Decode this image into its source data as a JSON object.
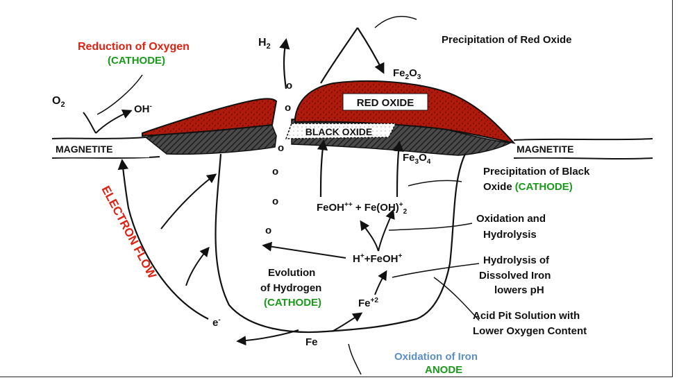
{
  "colors": {
    "red_label": "#e02010",
    "green_label": "#1a9a1a",
    "blue_label": "#5b8fc8",
    "red_oxide": "#b01a0c",
    "black_oxide": "#4a4a4a",
    "ink": "#111111"
  },
  "labels": {
    "reduction_oxygen": "Reduction of Oxygen",
    "cathode_1": "(CATHODE)",
    "h2": "H",
    "h2_sub": "2",
    "precip_red": "Precipitation of Red Oxide",
    "fe2o3_a": "Fe",
    "fe2o3_b": "2",
    "fe2o3_c": "O",
    "fe2o3_d": "3",
    "o2_a": "O",
    "o2_b": "2",
    "oh_a": "OH",
    "oh_b": "-",
    "red_oxide": "RED OXIDE",
    "black_oxide": "BLACK OXIDE",
    "magnetite_left": "MAGNETITE",
    "magnetite_right": "MAGNETITE",
    "fe3o4_a": "Fe",
    "fe3o4_b": "3",
    "fe3o4_c": "O",
    "fe3o4_d": "4",
    "precip_black_1": "Precipitation of Black",
    "precip_black_2": "Oxide",
    "cathode_2": "(CATHODE)",
    "electron_flow": "ELECTRON FLOW",
    "feoh_a": "FeOH",
    "feoh_b": "++",
    "feoh_c": " + Fe(OH)",
    "feoh_d": "+",
    "feoh_e": "2",
    "oxid_hydro_1": "Oxidation and",
    "oxid_hydro_2": "Hydrolysis",
    "hfeoh_a": "H",
    "hfeoh_b": "+",
    "hfeoh_c": "+FeOH",
    "hfeoh_d": "+",
    "hydrolysis_1": "Hydrolysis of",
    "hydrolysis_2": "Dissolved Iron",
    "hydrolysis_3": "lowers pH",
    "evolution_1": "Evolution",
    "evolution_2": "of Hydrogen",
    "cathode_3": "(CATHODE)",
    "fe2plus_a": "Fe",
    "fe2plus_b": "+2",
    "acid_1": "Acid Pit Solution with",
    "acid_2": "Lower Oxygen Content",
    "electron_a": "e",
    "electron_b": "-",
    "fe": "Fe",
    "oxidation_iron": "Oxidation of Iron",
    "anode": "ANODE",
    "bubble": "o"
  }
}
